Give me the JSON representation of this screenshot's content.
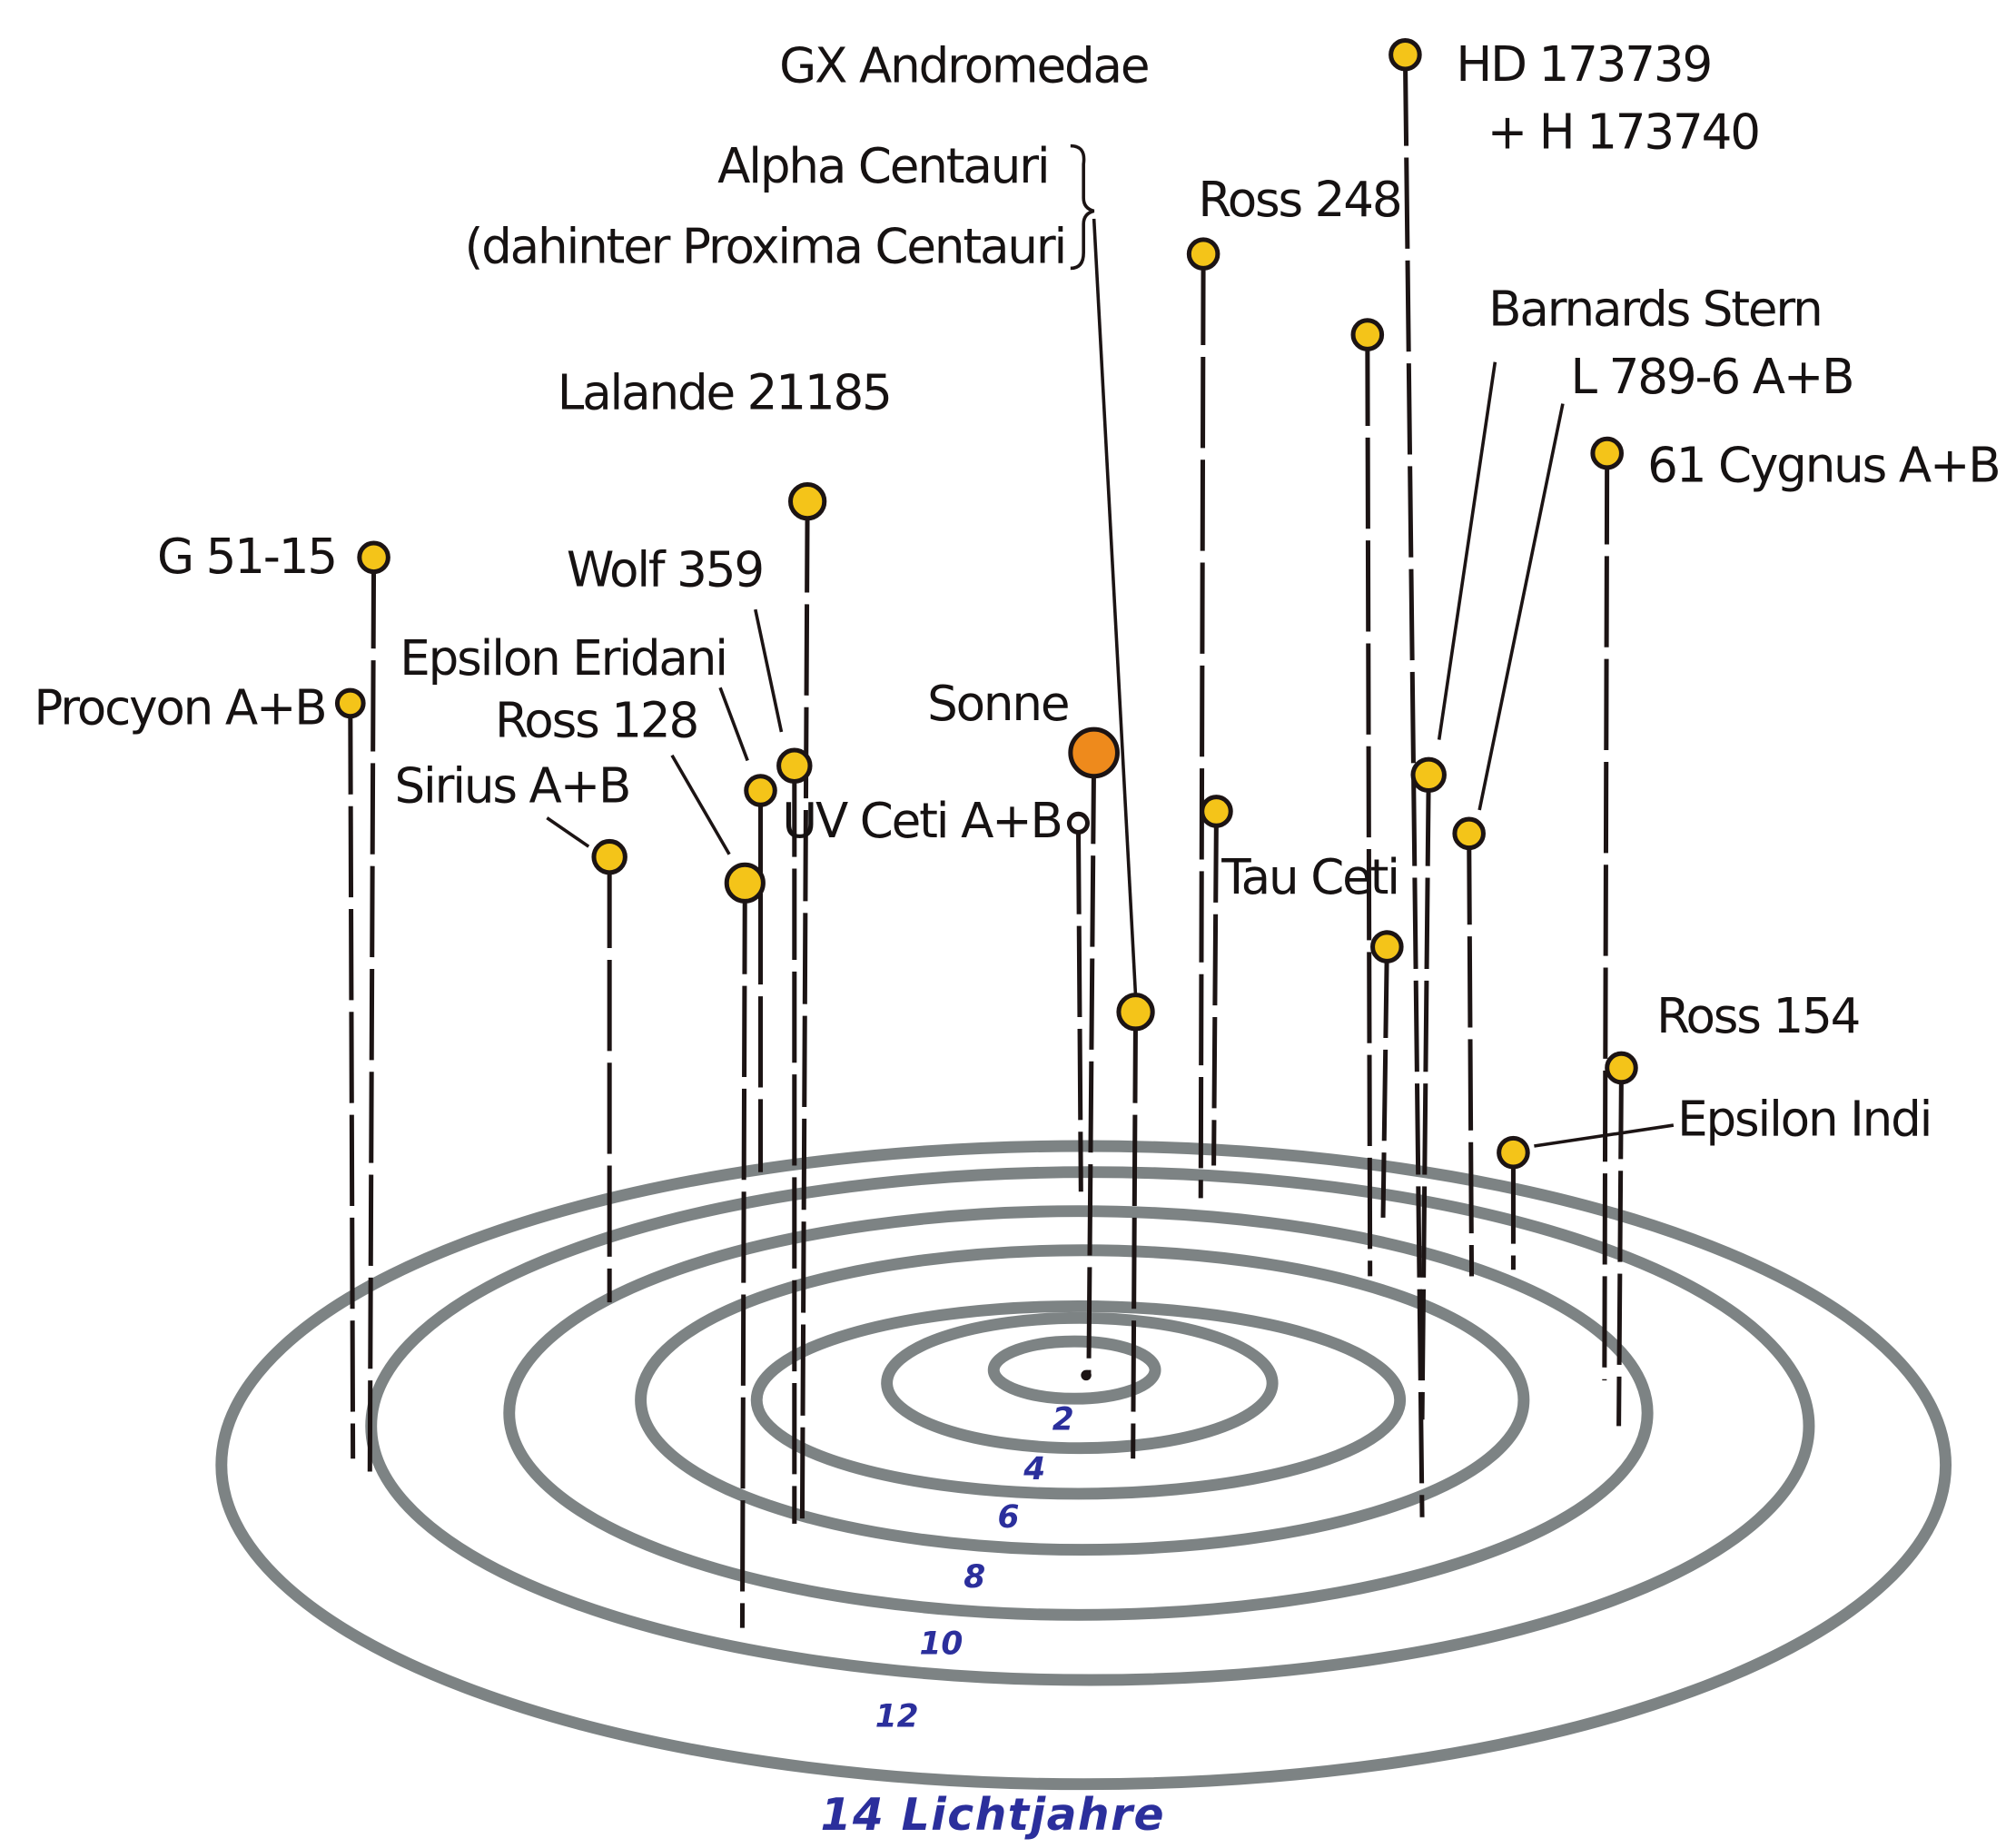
{
  "title": "Nearest stars within 14 light years",
  "colors": {
    "star": "#f4c419",
    "sun": "#ee8a1c",
    "rings": "#6f7677",
    "ring_labels": "#2b2f9c",
    "ink": "#1c1414"
  },
  "rings": {
    "labels": [
      "2",
      "4",
      "6",
      "8",
      "10",
      "12"
    ],
    "unit_label": "14 Lichtjahre"
  },
  "stars": {
    "gx_andromedae": "GX Andromedae",
    "hd_1": "HD 173739",
    "hd_2": "+ H 173740",
    "alpha_centauri_1": "Alpha Centauri",
    "alpha_centauri_2": "(dahinter Proxima Centauri",
    "ross_248": "Ross 248",
    "barnards": "Barnards Stern",
    "l789": "L 789-6 A+B",
    "cygnus": "61 Cygnus A+B",
    "lalande": "Lalande 21185",
    "g51": "G 51-15",
    "procyon": "Procyon A+B",
    "wolf": "Wolf 359",
    "eps_eridani": "Epsilon Eridani",
    "ross_128": "Ross 128",
    "sirius": "Sirius A+B",
    "sonne": "Sonne",
    "uv_ceti": "UV Ceti A+B",
    "tau_ceti": "Tau Ceti",
    "ross_154": "Ross 154",
    "eps_indi": "Epsilon Indi"
  }
}
